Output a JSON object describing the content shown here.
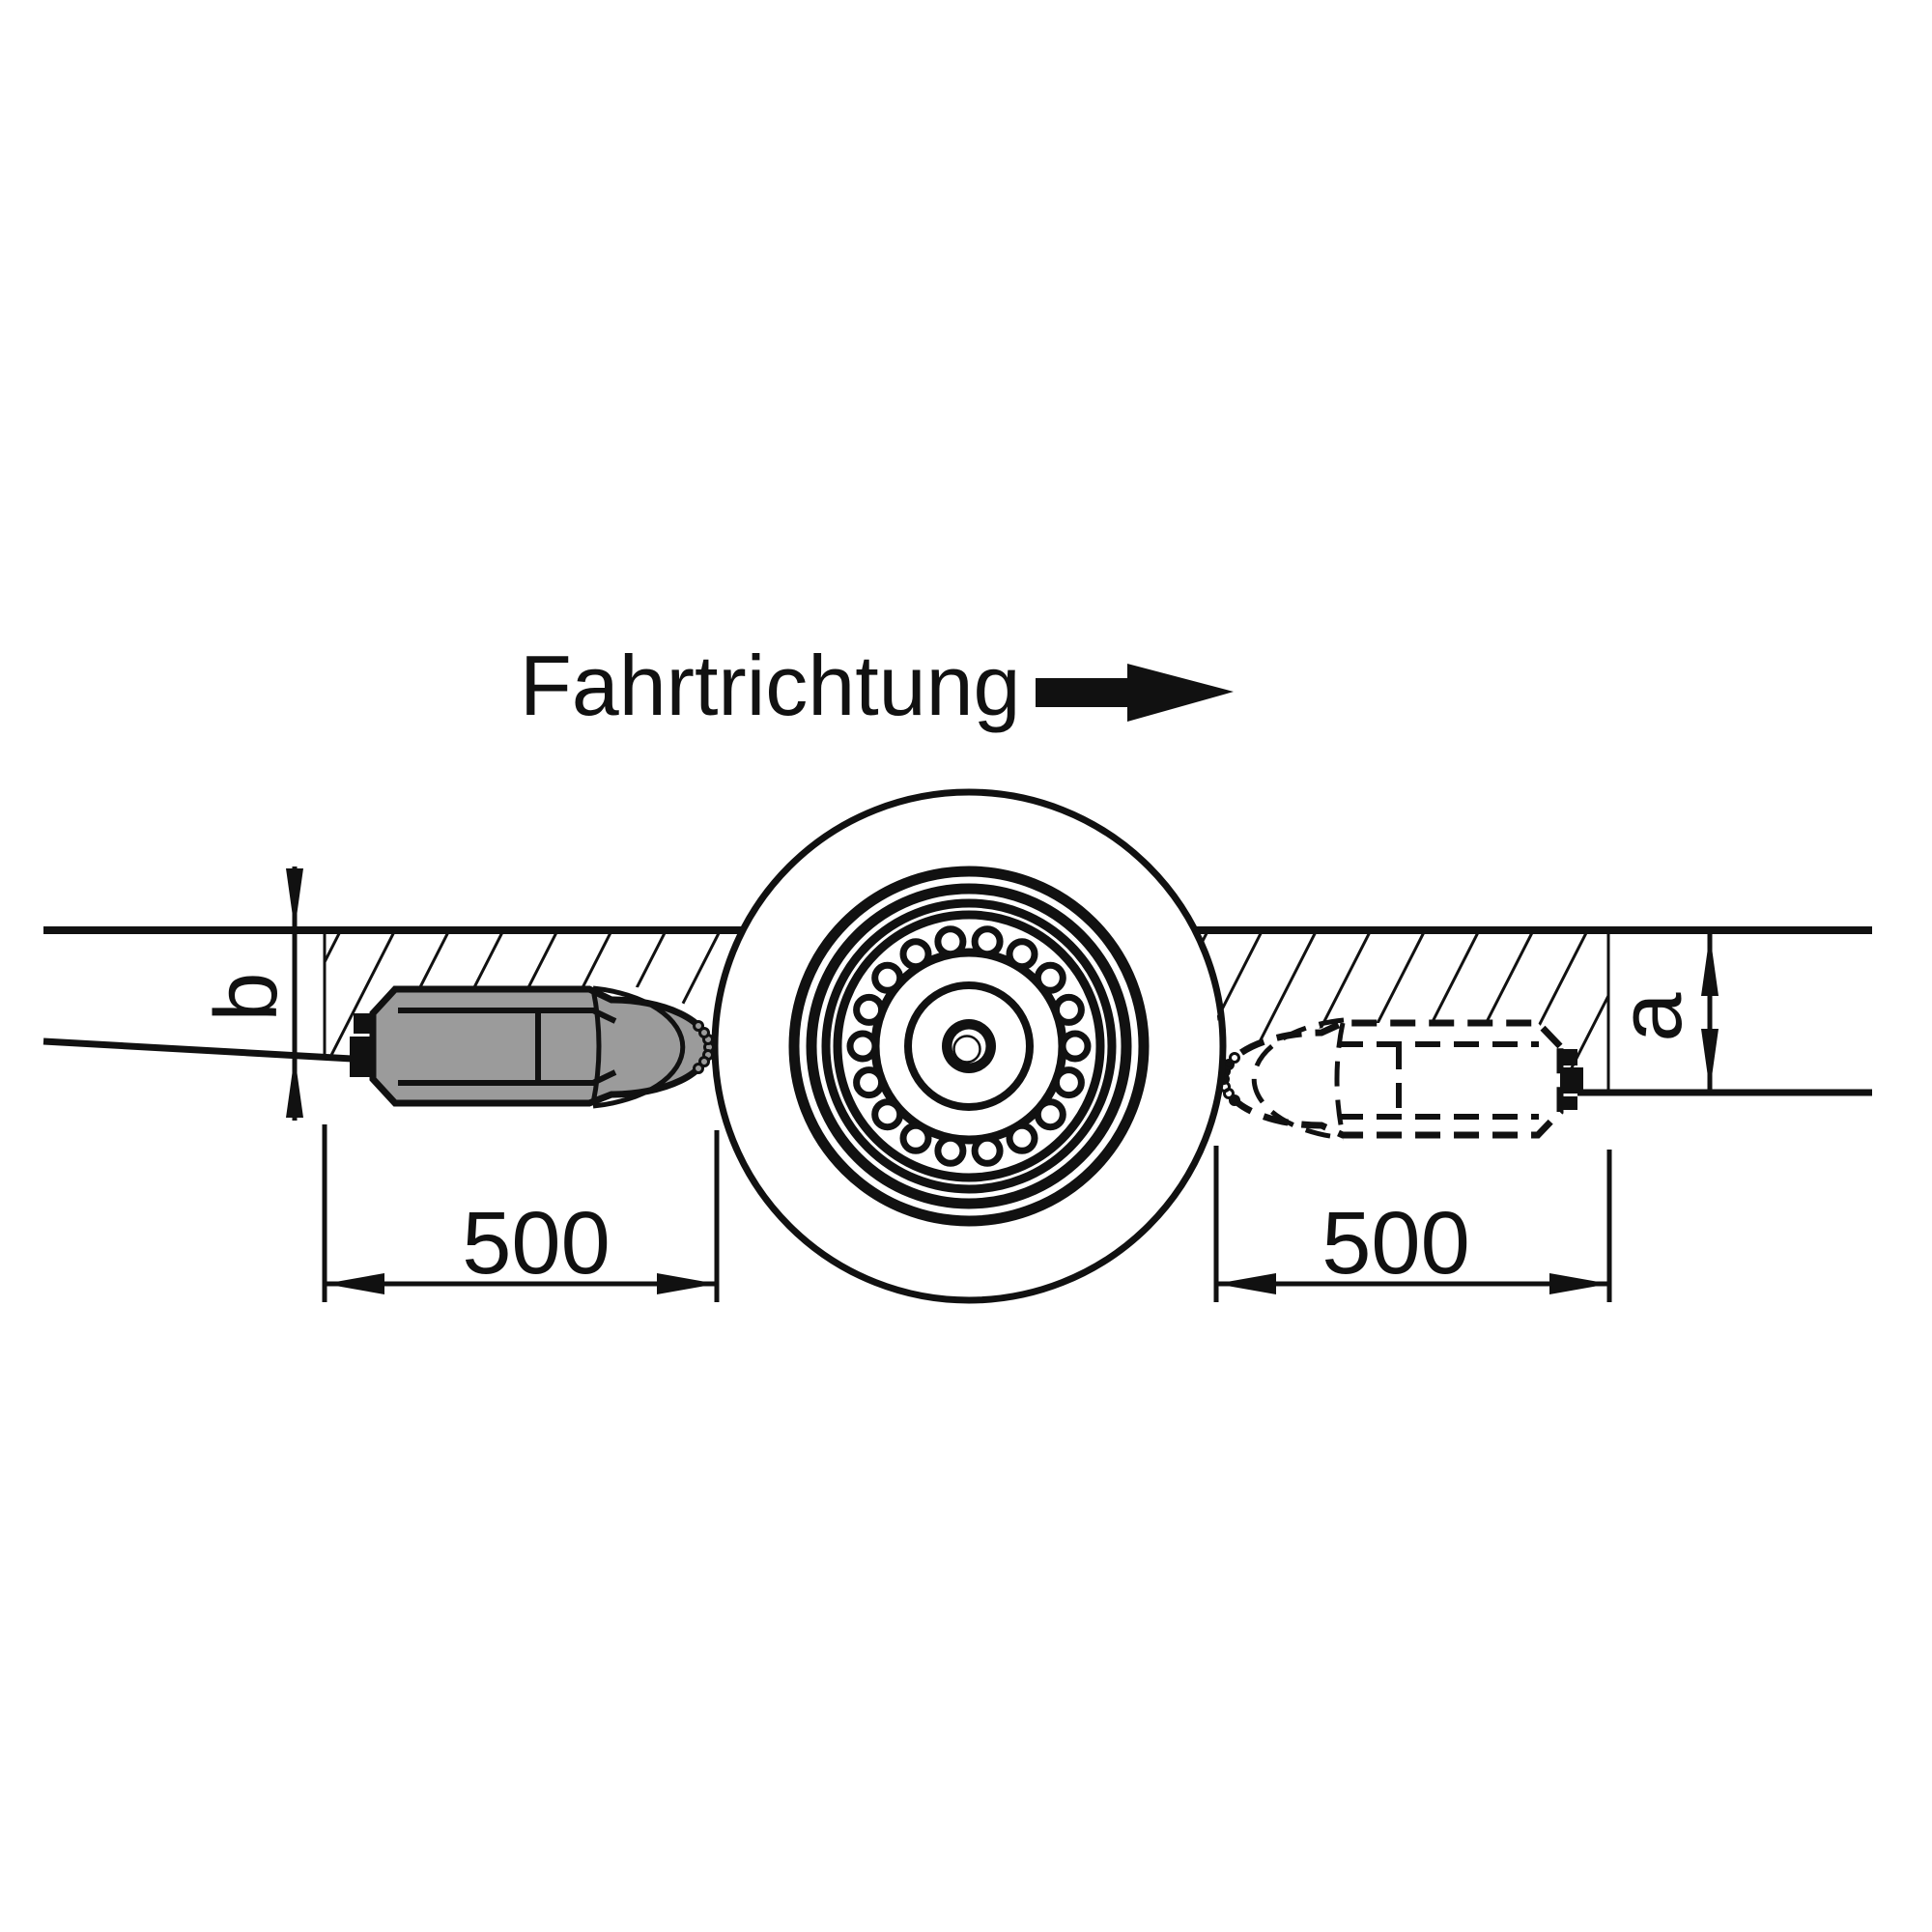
{
  "diagram": {
    "direction_label": "Fahrtrichtung",
    "left_distance": "500",
    "right_distance": "500",
    "depth_front_label": "a",
    "depth_rear_label": "b"
  },
  "icons": {
    "direction_arrow": "thick-right-arrow"
  },
  "colors": {
    "line": "#111111",
    "tool_fill": "#9b9b9b",
    "background": "#ffffff"
  }
}
